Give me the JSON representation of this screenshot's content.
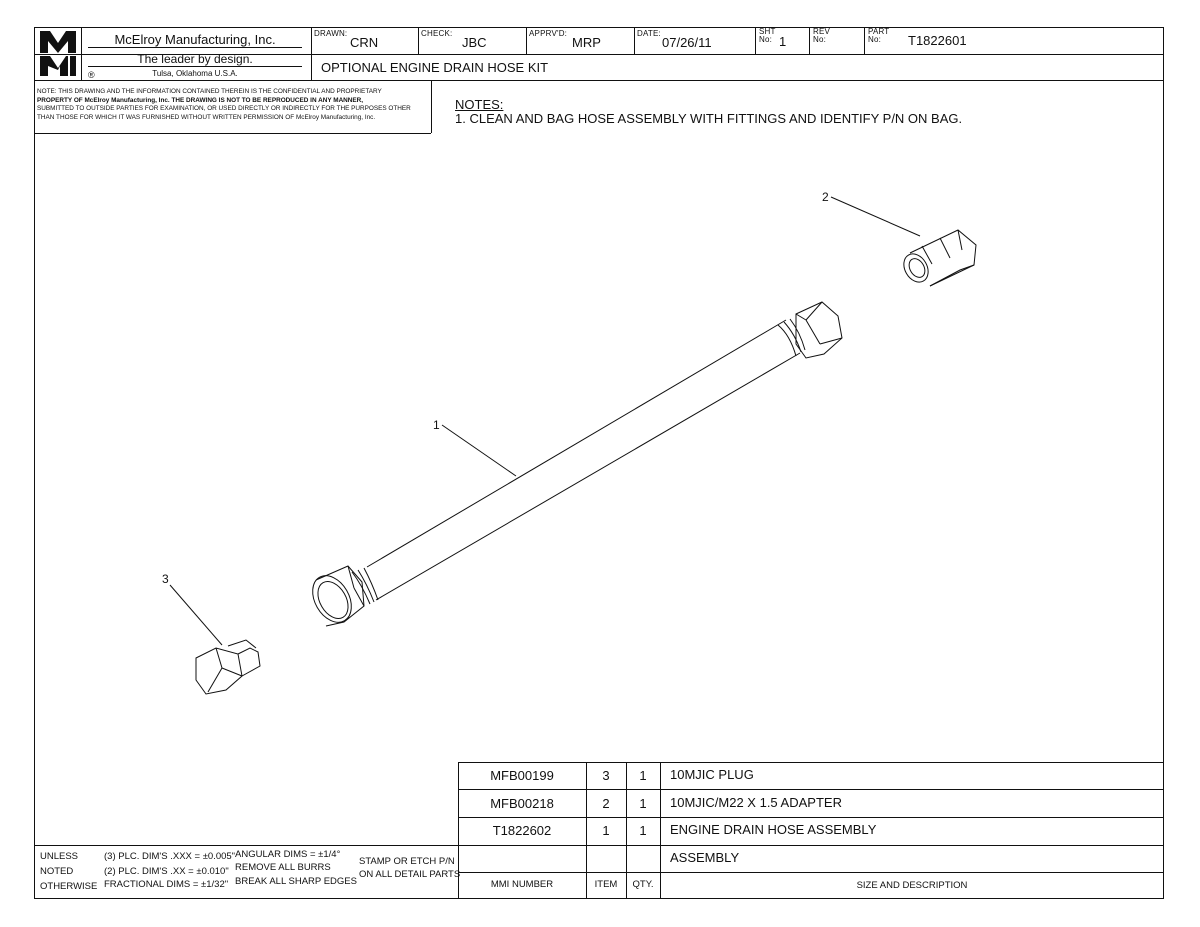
{
  "title_block": {
    "logo_top": "M",
    "logo_bottom": "MI",
    "company": "McElroy Manufacturing, Inc.",
    "slogan": "The leader by design.",
    "registered_mark": "®",
    "location": "Tulsa, Oklahoma U.S.A.",
    "drawn_label": "DRAWN:",
    "drawn_value": "CRN",
    "check_label": "CHECK:",
    "check_value": "JBC",
    "approved_label": "APPRV'D:",
    "approved_value": "MRP",
    "date_label": "DATE:",
    "date_value": "07/26/11",
    "sht_label_1": "SHT",
    "sht_label_2": "No:",
    "sht_value": "1",
    "rev_label_1": "REV",
    "rev_label_2": "No:",
    "rev_value": "",
    "part_label_1": "PART",
    "part_label_2": "No:",
    "part_value": "T1822601",
    "drawing_title": "OPTIONAL ENGINE DRAIN HOSE KIT"
  },
  "confidential": {
    "line1": "NOTE: THIS DRAWING AND THE INFORMATION CONTAINED THEREIN IS THE CONFIDENTIAL AND PROPRIETARY",
    "line2": "PROPERTY OF McElroy Manufacturing, Inc. THE DRAWING IS NOT TO BE REPRODUCED IN ANY MANNER,",
    "line3": "SUBMITTED TO OUTSIDE PARTIES FOR EXAMINATION, OR USED DIRECTLY OR INDIRECTLY FOR THE PURPOSES OTHER",
    "line4": "THAN THOSE FOR WHICH IT WAS FURNISHED WITHOUT WRITTEN PERMISSION OF McElroy Manufacturing, Inc."
  },
  "notes": {
    "heading": "NOTES:",
    "items": [
      "1. CLEAN AND BAG HOSE ASSEMBLY WITH FITTINGS AND IDENTIFY P/N ON BAG."
    ]
  },
  "balloons": {
    "item1": "1",
    "item2": "2",
    "item3": "3"
  },
  "tolerances": {
    "unless": "UNLESS",
    "noted": "NOTED",
    "otherwise": "OTHERWISE",
    "three_plc": "(3) PLC. DIM'S .XXX = ±0.005\"",
    "two_plc": "(2) PLC. DIM'S .XX = ±0.010\"",
    "fractional": "FRACTIONAL DIMS = ±1/32\"",
    "angular": "ANGULAR DIMS = ±1/4°",
    "burrs": "REMOVE ALL BURRS",
    "edges": "BREAK ALL SHARP EDGES",
    "stamp1": "STAMP OR ETCH P/N",
    "stamp2": "ON ALL DETAIL PARTS"
  },
  "bom": {
    "rows": [
      {
        "number": "MFB00199",
        "item": "3",
        "qty": "1",
        "description": "10MJIC PLUG"
      },
      {
        "number": "MFB00218",
        "item": "2",
        "qty": "1",
        "description": "10MJIC/M22 X 1.5 ADAPTER"
      },
      {
        "number": "T1822602",
        "item": "1",
        "qty": "1",
        "description": "ENGINE DRAIN HOSE ASSEMBLY"
      },
      {
        "number": "",
        "item": "",
        "qty": "",
        "description": "ASSEMBLY"
      }
    ],
    "headers": {
      "number": "MMI NUMBER",
      "item": "ITEM",
      "qty": "QTY.",
      "description": "SIZE AND DESCRIPTION"
    }
  }
}
